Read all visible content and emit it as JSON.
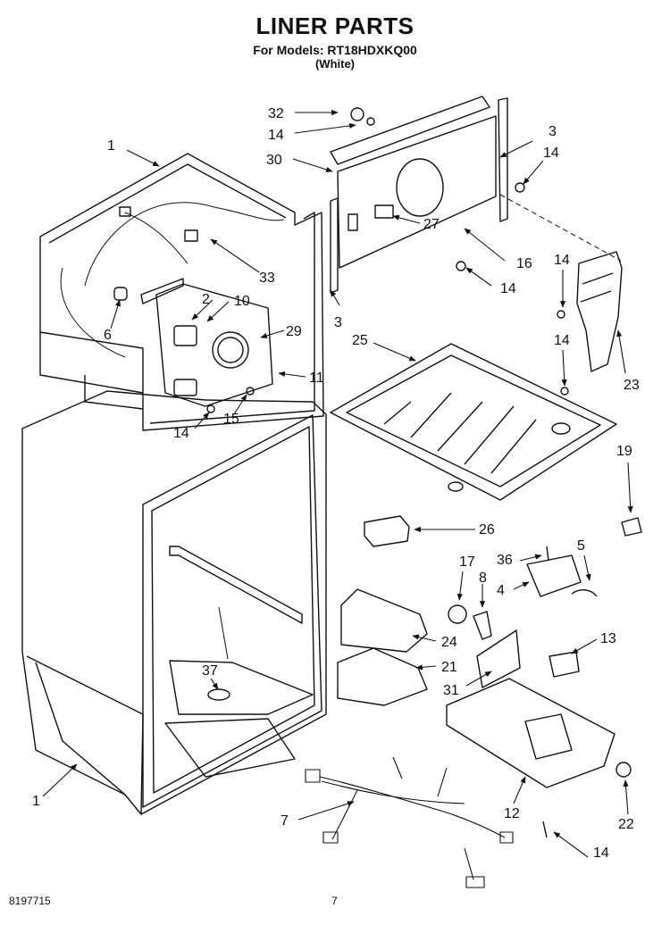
{
  "header": {
    "title": "LINER PARTS",
    "models": "For Models: RT18HDXKQ00",
    "color": "(White)"
  },
  "callouts": [
    "32",
    "14",
    "30",
    "3",
    "14",
    "1",
    "27",
    "33",
    "16",
    "14",
    "14",
    "2",
    "10",
    "6",
    "29",
    "3",
    "25",
    "14",
    "11",
    "15",
    "14",
    "23",
    "19",
    "26",
    "36",
    "5",
    "17",
    "8",
    "4",
    "13",
    "24",
    "21",
    "37",
    "31",
    "1",
    "12",
    "22",
    "7",
    "14"
  ],
  "footer": {
    "doc_number": "8197715",
    "page_number": "7"
  }
}
